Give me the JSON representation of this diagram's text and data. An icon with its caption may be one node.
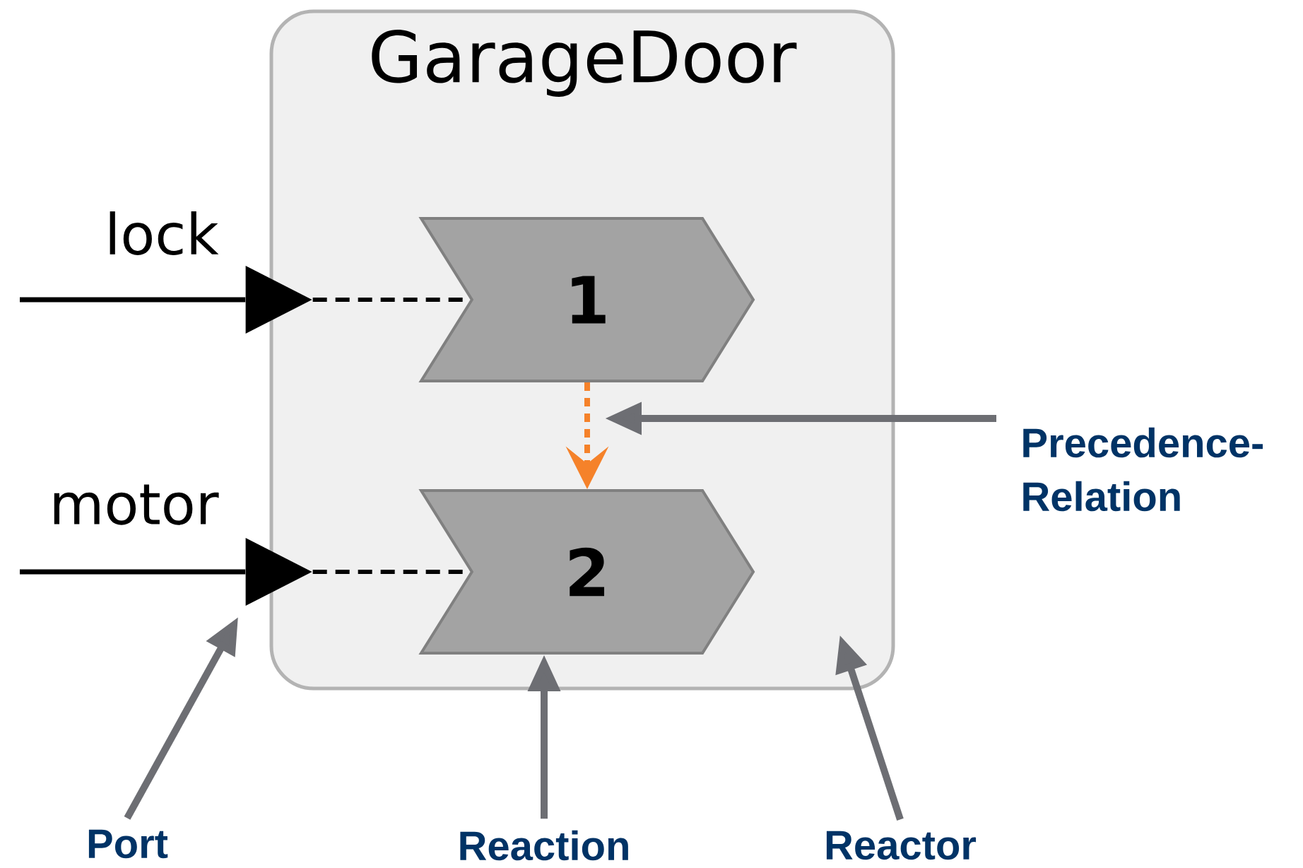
{
  "diagram": {
    "nodes": [
      {
        "text": [
          "GarageDoor"
        ]
      },
      {
        "text": [
          "1"
        ],
        "in": 0
      },
      {
        "text": [
          "2"
        ],
        "in": 0
      },
      {
        "text": [],
        "shape": "triangle",
        "beside": [
          "lock"
        ]
      },
      {
        "text": [],
        "shape": "triangle",
        "beside": [
          "motor"
        ]
      },
      {
        "text": [
          "Port"
        ]
      },
      {
        "text": [
          "Reaction"
        ]
      },
      {
        "text": [
          "Reactor"
        ]
      },
      {
        "text": [
          "Precedence- Relation"
        ]
      }
    ],
    "edges": [
      {
        "from": null,
        "to": 3,
        "arrow": "none",
        "color": "#000000"
      },
      {
        "from": null,
        "to": 4,
        "arrow": "none",
        "color": "#000000"
      },
      {
        "from": 3,
        "to": 1,
        "arrow": "none",
        "style": "dashed",
        "color": "#000000"
      },
      {
        "from": 4,
        "to": 2,
        "arrow": "none",
        "style": "dashed",
        "color": "#000000"
      },
      {
        "from": 1,
        "to": 2,
        "arrow": "to",
        "style": "dashed",
        "color": "#f5822a"
      },
      {
        "from": 5,
        "to": 4,
        "arrow": "to",
        "color": "#6d6e73"
      },
      {
        "from": 6,
        "to": 2,
        "arrow": "to",
        "color": "#6d6e73"
      },
      {
        "from": 7,
        "to": 0,
        "arrow": "to",
        "color": "#6d6e73"
      },
      {
        "from": 8,
        "to": null,
        "arrow": "to",
        "color": "#6d6e73"
      }
    ]
  }
}
